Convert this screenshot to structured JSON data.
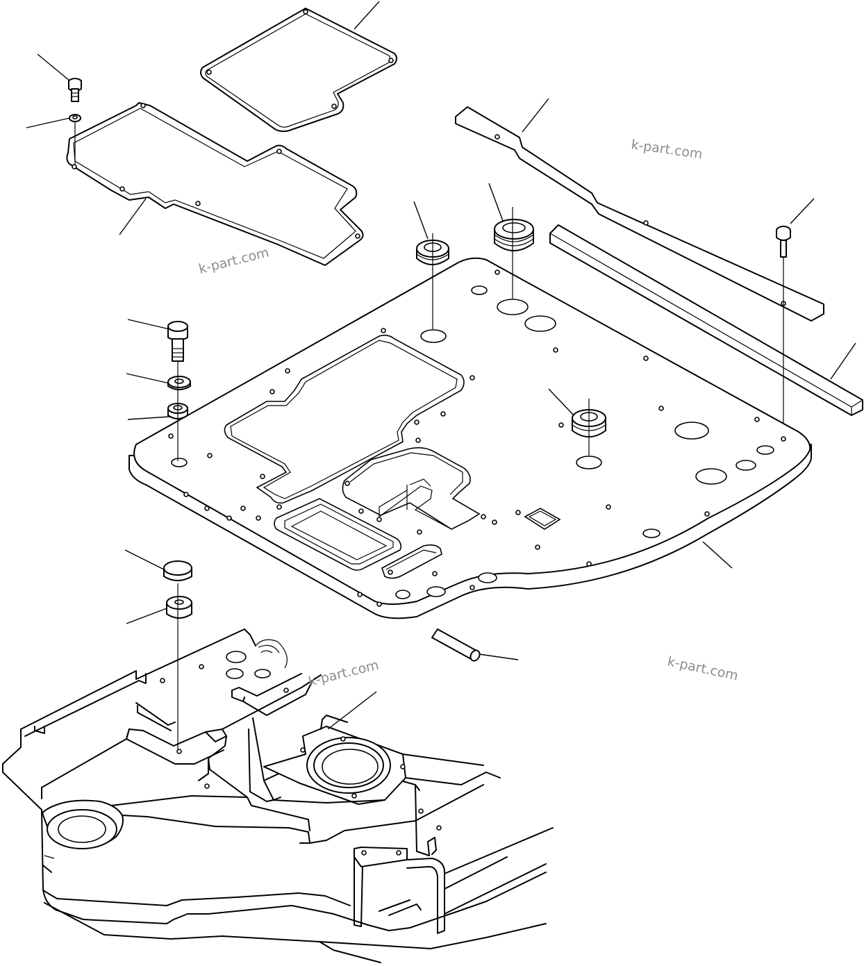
{
  "watermarks": [
    "k-part.com",
    "k-part.com",
    "k-part.com",
    "k-part.com"
  ]
}
